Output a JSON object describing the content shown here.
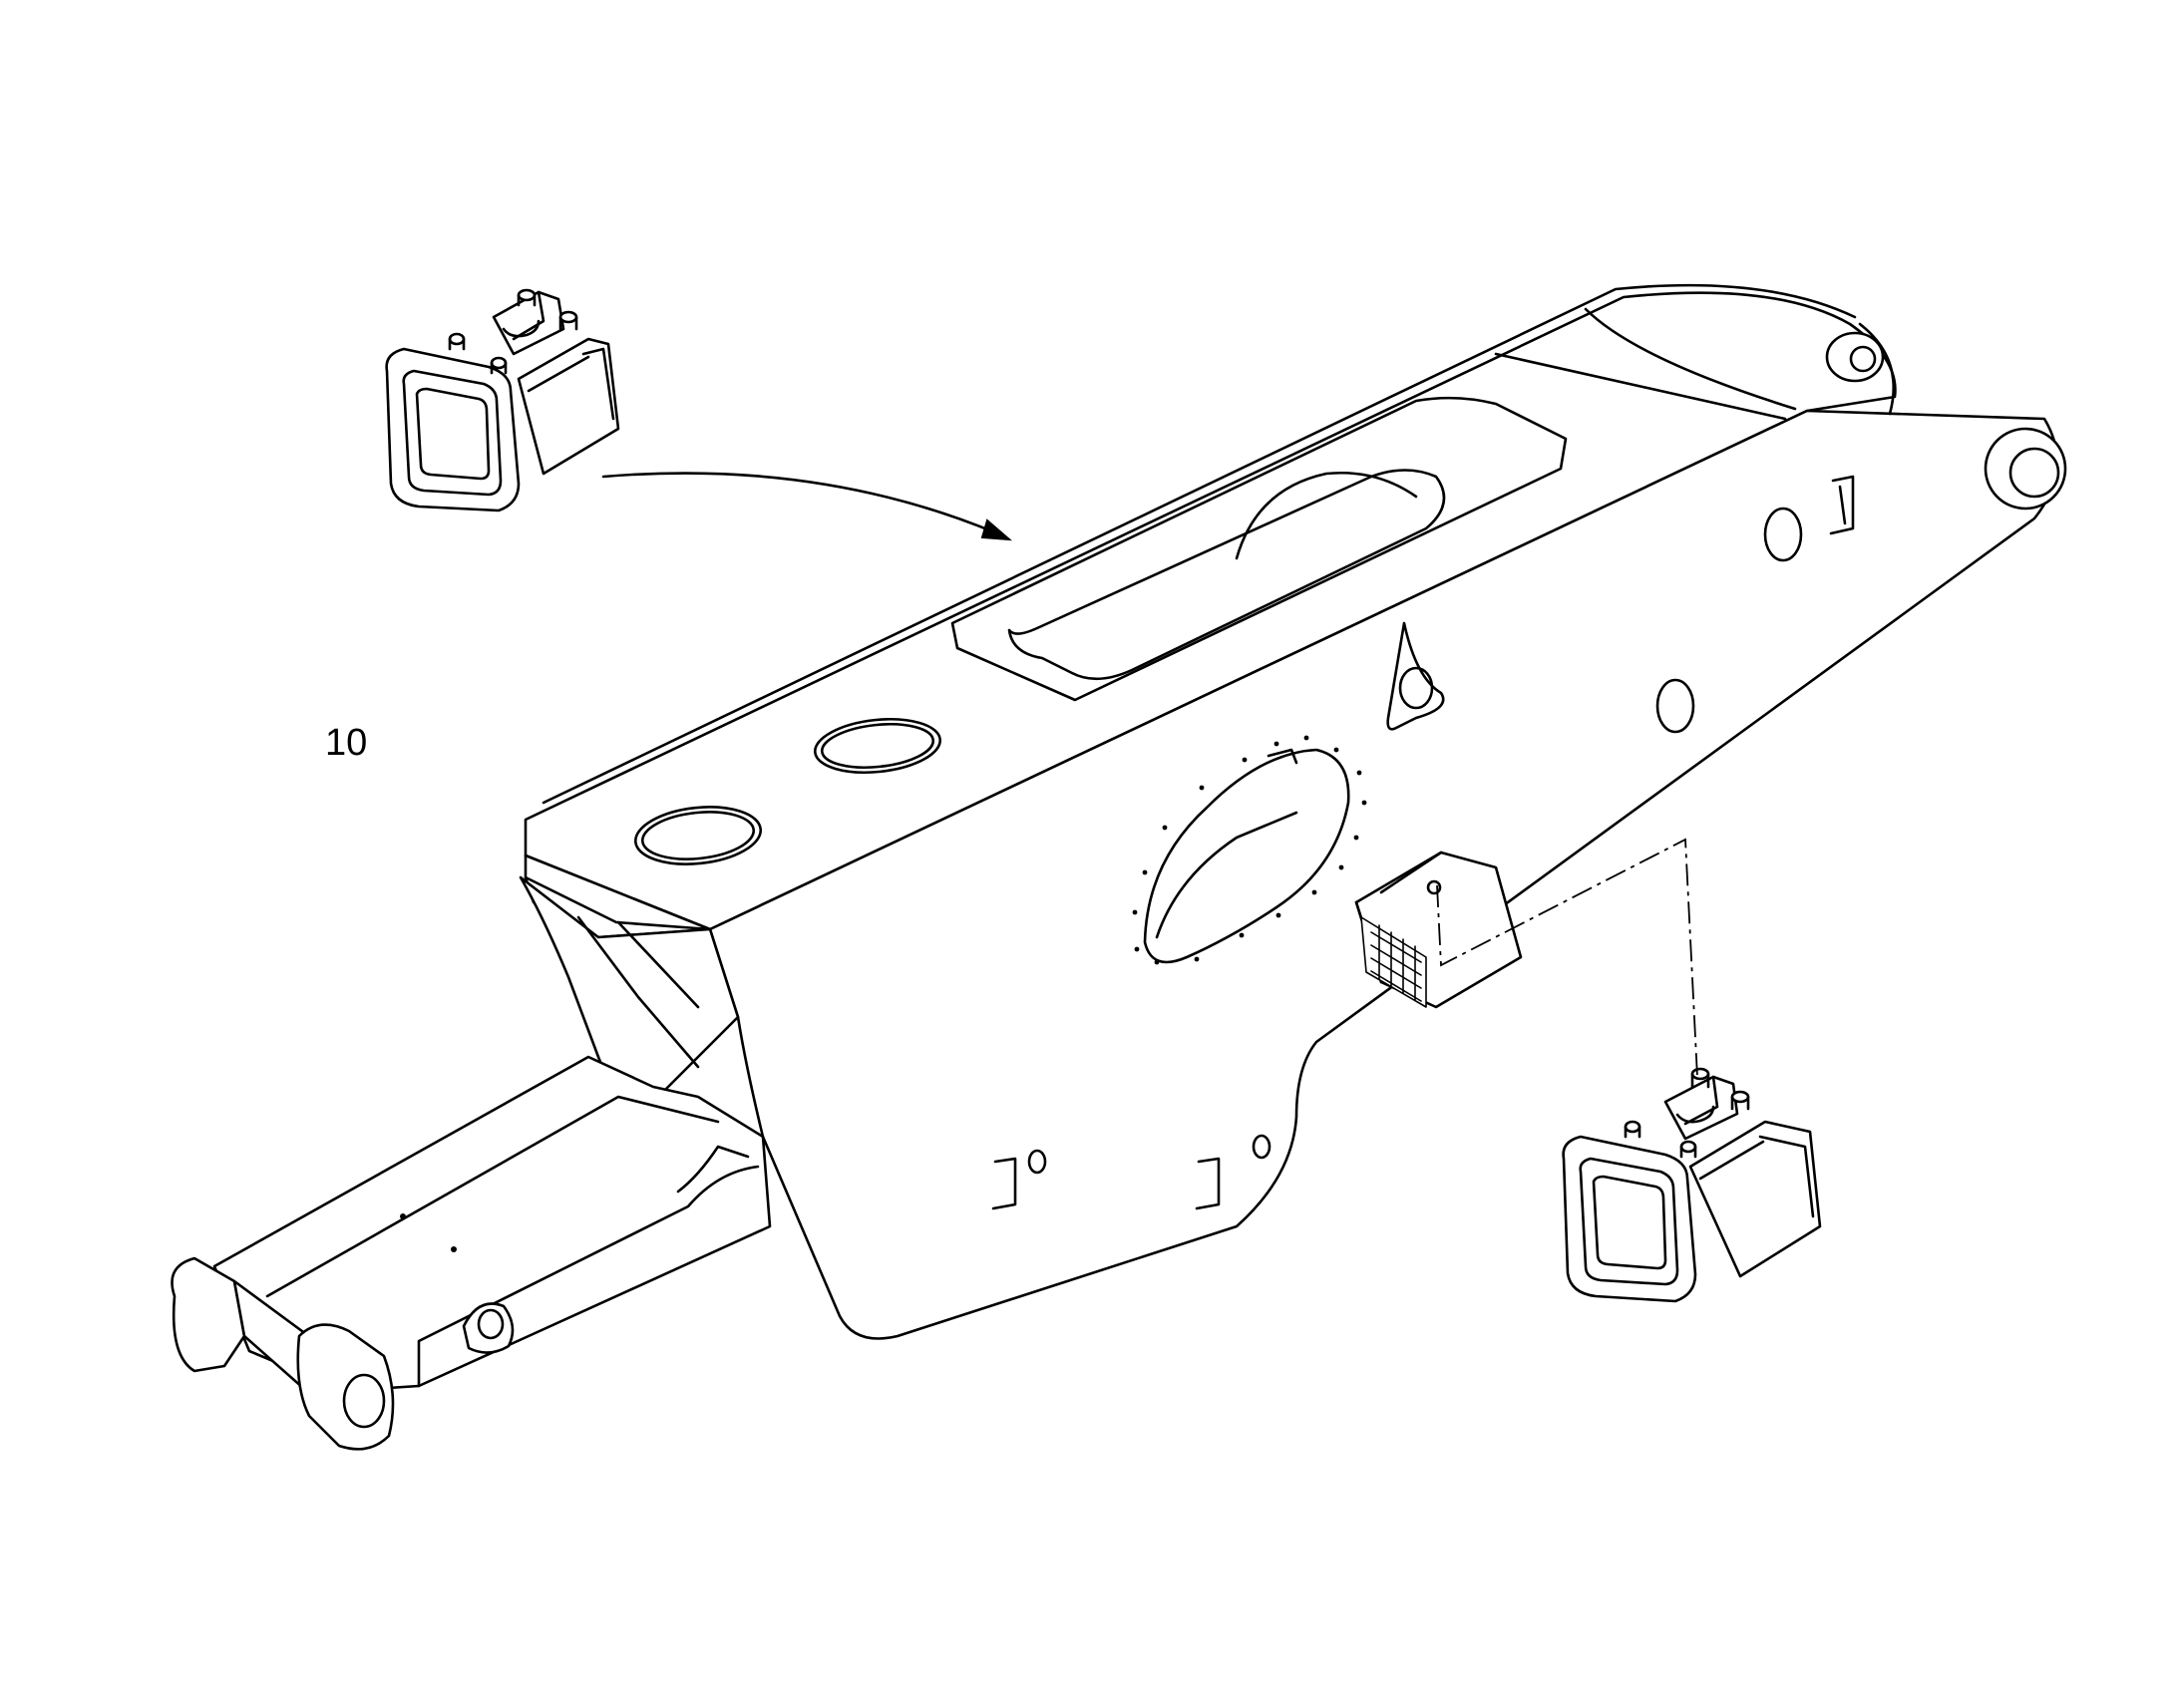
{
  "diagram": {
    "callouts": [
      {
        "label": "10"
      }
    ],
    "components": [
      {
        "name": "boom-arm"
      },
      {
        "name": "work-light-upper"
      },
      {
        "name": "work-light-lower"
      },
      {
        "name": "light-mounting-block"
      },
      {
        "name": "leader-arrow"
      },
      {
        "name": "dash-dot-assembly-line"
      }
    ],
    "colors": {
      "line": "#000000",
      "background": "#ffffff"
    }
  }
}
